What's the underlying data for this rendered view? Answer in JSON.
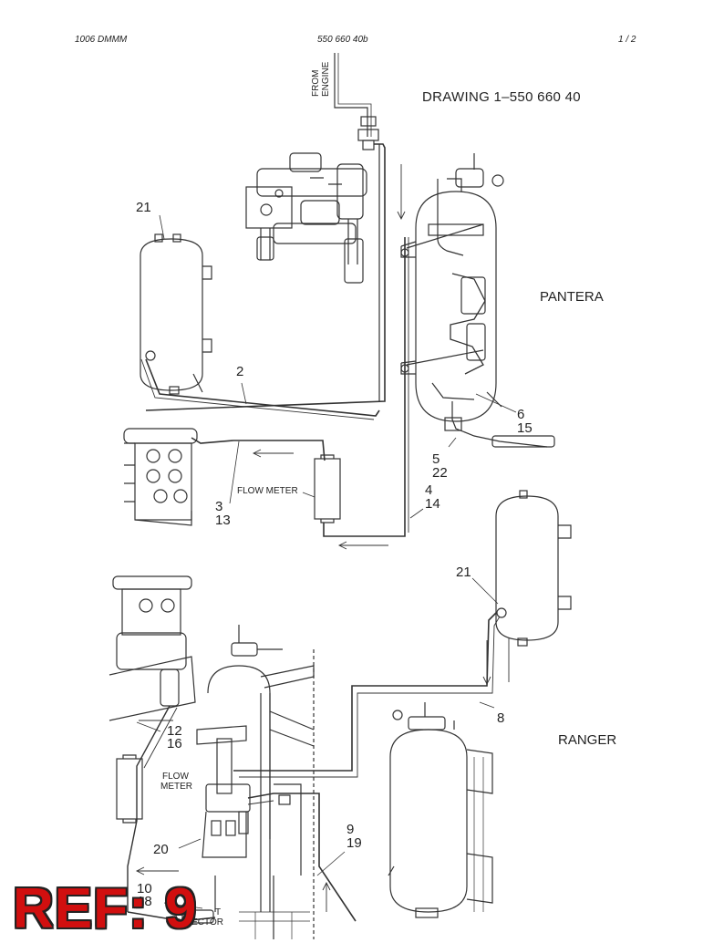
{
  "header": {
    "left": "1006 DMMM",
    "center": "550 660 40b",
    "right": "1 /   2"
  },
  "title": "DRAWING  1–550 660 40",
  "labels": {
    "from_engine_1": "FROM",
    "from_engine_2": "ENGINE",
    "pantera": "PANTERA",
    "ranger": "RANGER",
    "flow_meter_top": "FLOW METER",
    "flow_meter_bottom_1": "FLOW",
    "flow_meter_bottom_2": "METER",
    "collector_1": "T",
    "collector_2": "COLLECTOR"
  },
  "callouts": {
    "c21_top": "21",
    "c2": "2",
    "c6": "6",
    "c15": "15",
    "c5": "5",
    "c22": "22",
    "c4": "4",
    "c14": "14",
    "c3": "3",
    "c13": "13",
    "c21_bottom": "21",
    "c8": "8",
    "c12": "12",
    "c16": "16",
    "c9": "9",
    "c19": "19",
    "c20": "20",
    "c10": "10",
    "c18": "18"
  },
  "ref_badge": "REF: 9"
}
